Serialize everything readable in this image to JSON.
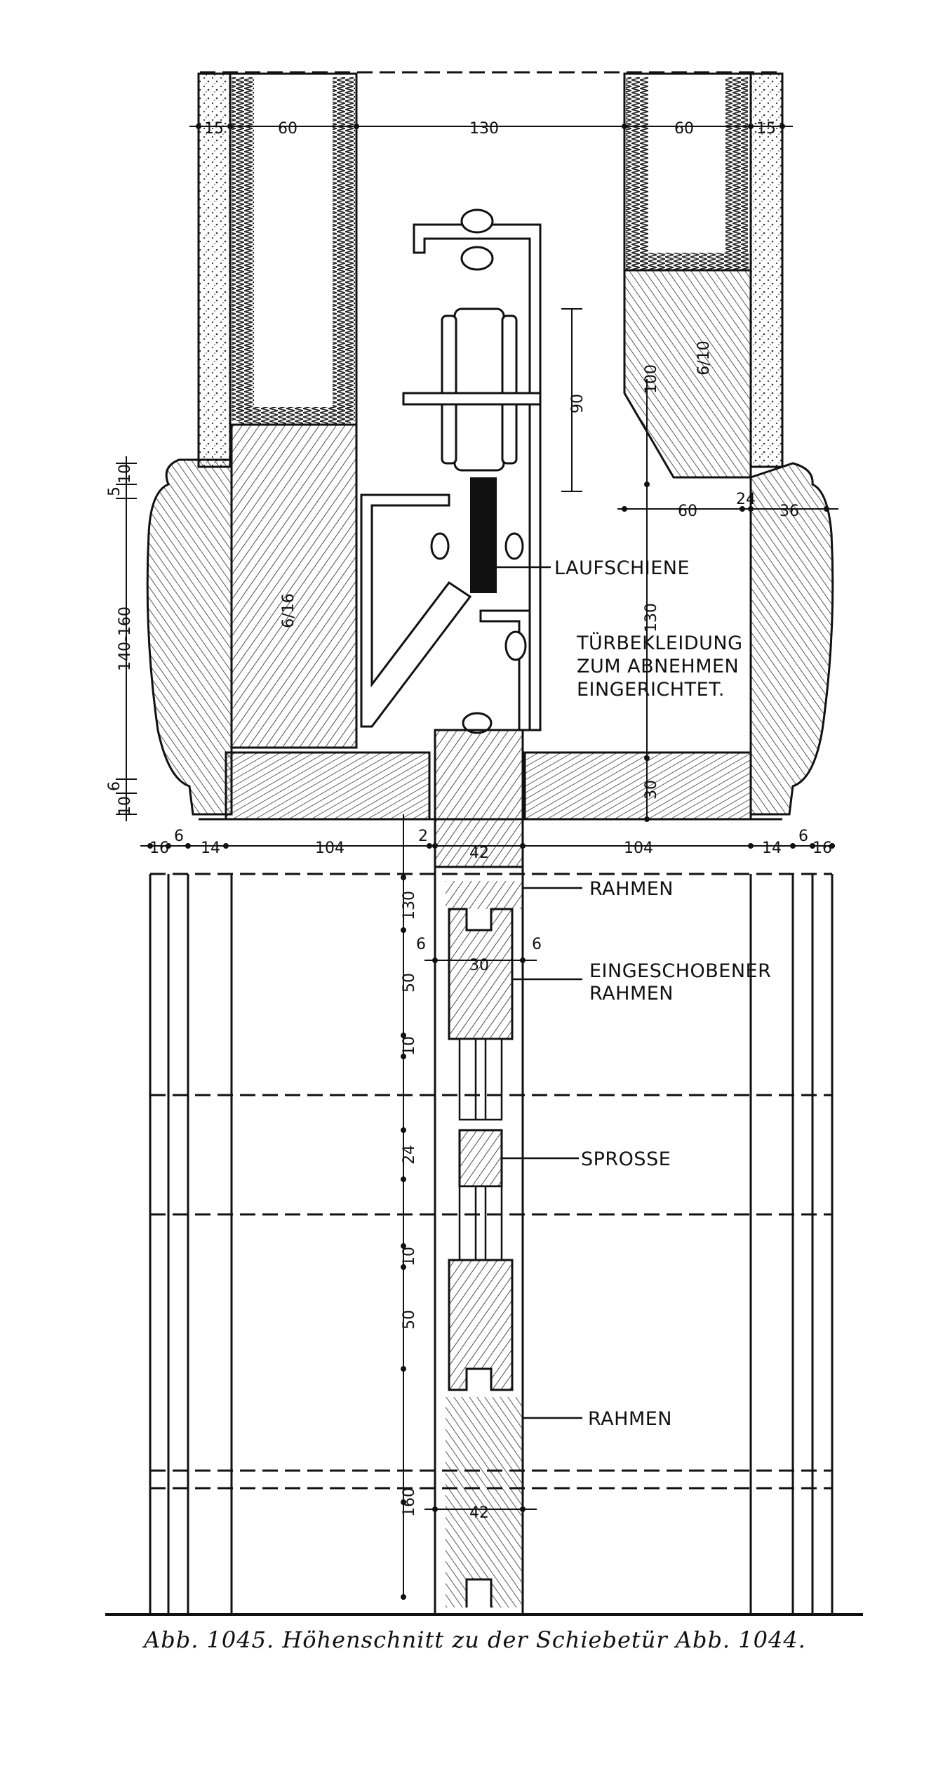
{
  "caption": "Abb. 1045. Höhenschnitt zu der Schiebetür Abb. 1044.",
  "labels": {
    "laufschiene": "LAUFSCHIENE",
    "tuerbekleidung_1": "TÜRBEKLEIDUNG",
    "tuerbekleidung_2": "ZUM ABNEHMEN",
    "tuerbekleidung_3": "EINGERICHTET.",
    "rahmen_top": "RAHMEN",
    "eingeschobener_1": "EINGESCHOBENER",
    "eingeschobener_2": "RAHMEN",
    "sprosse": "SPROSSE",
    "rahmen_bottom": "RAHMEN"
  },
  "sections": {
    "wall_left": "6/16",
    "wall_right": "6/10"
  },
  "dimensions": {
    "top_15_left": "15",
    "top_60_left": "60",
    "top_130": "130",
    "top_60_right": "60",
    "top_15_right": "15",
    "v_90": "90",
    "v_100": "100",
    "v_130": "130",
    "v_30": "30",
    "h_60": "60",
    "h_24": "24",
    "h_36": "36",
    "lv_10a": "10",
    "lv_5": "5",
    "lv_140_160": "140-160",
    "lv_6": "6",
    "lv_10b": "10",
    "b_16_left": "16",
    "b_6_left": "6",
    "b_14_left": "14",
    "b_104_left": "104",
    "b_2": "2",
    "b_42": "42",
    "b_104_right": "104",
    "b_14_right": "14",
    "b_6_right": "6",
    "b_16_right": "16",
    "m_130": "130",
    "m_6_left": "6",
    "m_30": "30",
    "m_6_right": "6",
    "m_50a": "50",
    "m_10a": "10",
    "m_24": "24",
    "m_10b": "10",
    "m_50b": "50",
    "m_160": "160",
    "m_42": "42"
  }
}
